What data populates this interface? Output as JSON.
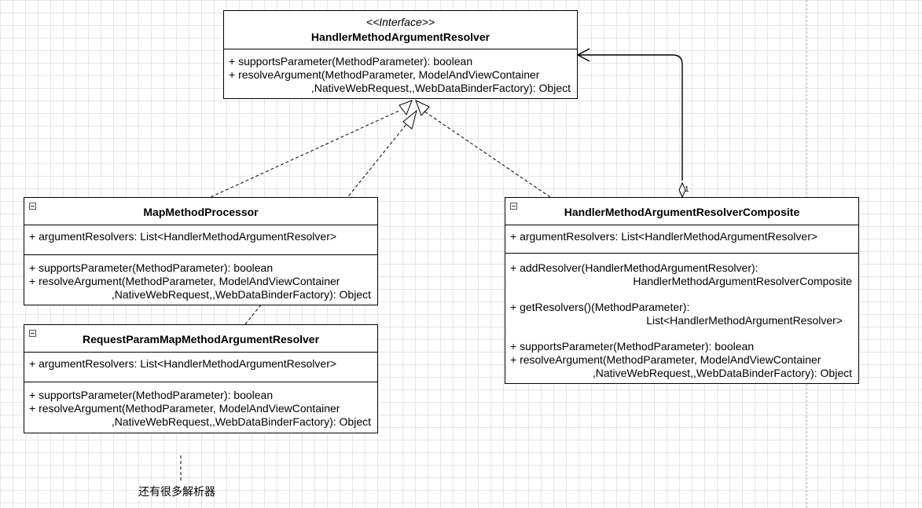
{
  "interface": {
    "stereotype": "<<Interface>>",
    "name": "HandlerMethodArgumentResolver",
    "methods": [
      "+ supportsParameter(MethodParameter): boolean",
      "+ resolveArgument(MethodParameter, ModelAndViewContainer",
      ",NativeWebRequest,,WebDataBinderFactory): Object"
    ]
  },
  "map_processor": {
    "name": "MapMethodProcessor",
    "attributes": [
      "+ argumentResolvers: List<HandlerMethodArgumentResolver>"
    ],
    "methods": [
      "+ supportsParameter(MethodParameter): boolean",
      "+ resolveArgument(MethodParameter, ModelAndViewContainer",
      ",NativeWebRequest,,WebDataBinderFactory): Object"
    ]
  },
  "request_param_map": {
    "name": "RequestParamMapMethodArgumentResolver",
    "attributes": [
      "+ argumentResolvers: List<HandlerMethodArgumentResolver>"
    ],
    "methods": [
      "+ supportsParameter(MethodParameter): boolean",
      "+ resolveArgument(MethodParameter, ModelAndViewContainer",
      ",NativeWebRequest,,WebDataBinderFactory): Object"
    ]
  },
  "composite": {
    "name": "HandlerMethodArgumentResolverComposite",
    "attributes": [
      "+ argumentResolvers: List<HandlerMethodArgumentResolver>"
    ],
    "add_resolver": [
      "+ addResolver(HandlerMethodArgumentResolver):",
      "HandlerMethodArgumentResolverComposite"
    ],
    "get_resolvers": [
      "+ getResolvers()(MethodParameter):",
      "List<HandlerMethodArgumentResolver>"
    ],
    "methods": [
      "+ supportsParameter(MethodParameter): boolean",
      "+ resolveArgument(MethodParameter, ModelAndViewContainer",
      ",NativeWebRequest,,WebDataBinderFactory): Object"
    ]
  },
  "association_multiplicity": "1",
  "note": "还有很多解析器"
}
